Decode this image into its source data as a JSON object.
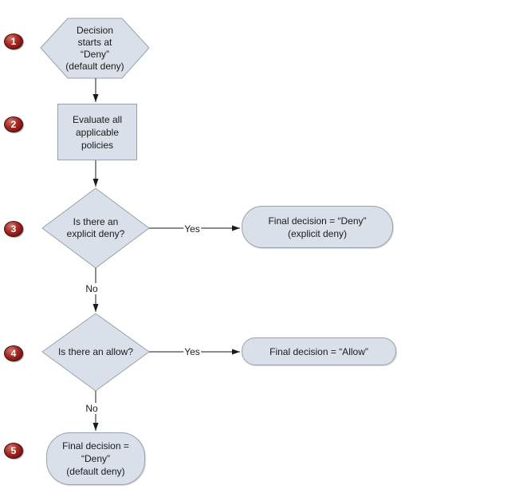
{
  "diagram": {
    "type": "flowchart",
    "colors": {
      "shape_fill": "#dae0e9",
      "shape_border": "#98a2ac",
      "connector": "#1a1a1a",
      "badge_fill": "#8e1a1c",
      "badge_text": "#ffffff",
      "background": "#ffffff"
    },
    "nodes": {
      "step1": {
        "badge": "1",
        "shape": "hexagon",
        "lines": [
          "Decision",
          "starts at",
          "“Deny”",
          "(default deny)"
        ]
      },
      "step2": {
        "badge": "2",
        "shape": "rectangle",
        "lines": [
          "Evaluate all",
          "applicable",
          "policies"
        ]
      },
      "step3": {
        "badge": "3",
        "shape": "diamond",
        "lines": [
          "Is there an",
          "explicit deny?"
        ]
      },
      "step3_yes_result": {
        "shape": "terminator",
        "lines": [
          "Final decision = “Deny”",
          "(explicit deny)"
        ]
      },
      "step4": {
        "badge": "4",
        "shape": "diamond",
        "lines": [
          "Is there an allow?"
        ]
      },
      "step4_yes_result": {
        "shape": "terminator",
        "lines": [
          "Final decision = “Allow”"
        ]
      },
      "step5": {
        "badge": "5",
        "shape": "terminator",
        "lines": [
          "Final decision =",
          "“Deny”",
          "(default deny)"
        ]
      }
    },
    "edges": {
      "yes3": "Yes",
      "no3": "No",
      "yes4": "Yes",
      "no4": "No"
    }
  }
}
